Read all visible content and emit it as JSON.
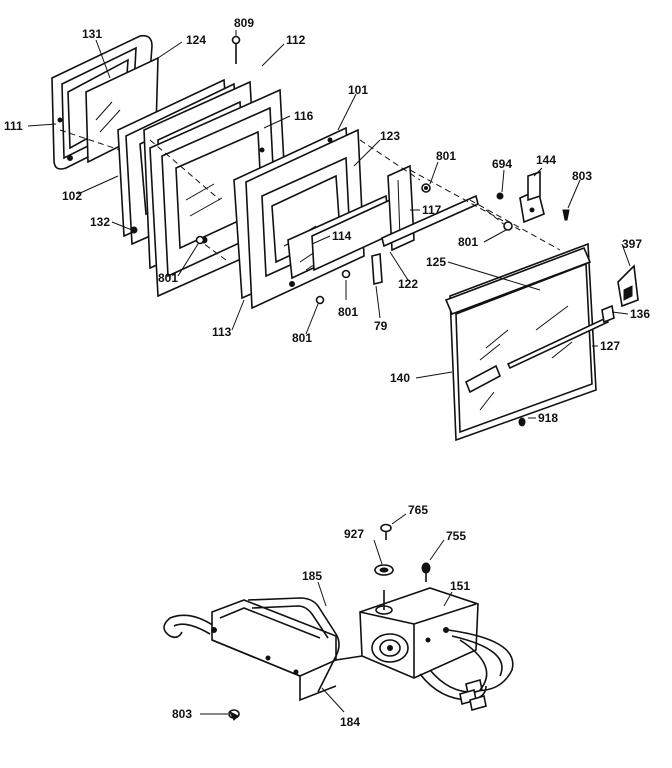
{
  "labels": {
    "l131": "131",
    "l124": "124",
    "l809": "809",
    "l112": "112",
    "l111": "111",
    "l116": "116",
    "l101": "101",
    "l123": "123",
    "l801a": "801",
    "l694": "694",
    "l144": "144",
    "l803a": "803",
    "l102": "102",
    "l117": "117",
    "l114": "114",
    "l801b": "801",
    "l397": "397",
    "l132": "132",
    "l125": "125",
    "l801c": "801",
    "l801d": "801",
    "l122": "122",
    "l136": "136",
    "l113": "113",
    "l801e": "801",
    "l79": "79",
    "l127": "127",
    "l140": "140",
    "l918": "918",
    "l765a": "765",
    "l927": "927",
    "l755": "755",
    "l185": "185",
    "l151": "151",
    "l803b": "803",
    "l184": "184"
  }
}
